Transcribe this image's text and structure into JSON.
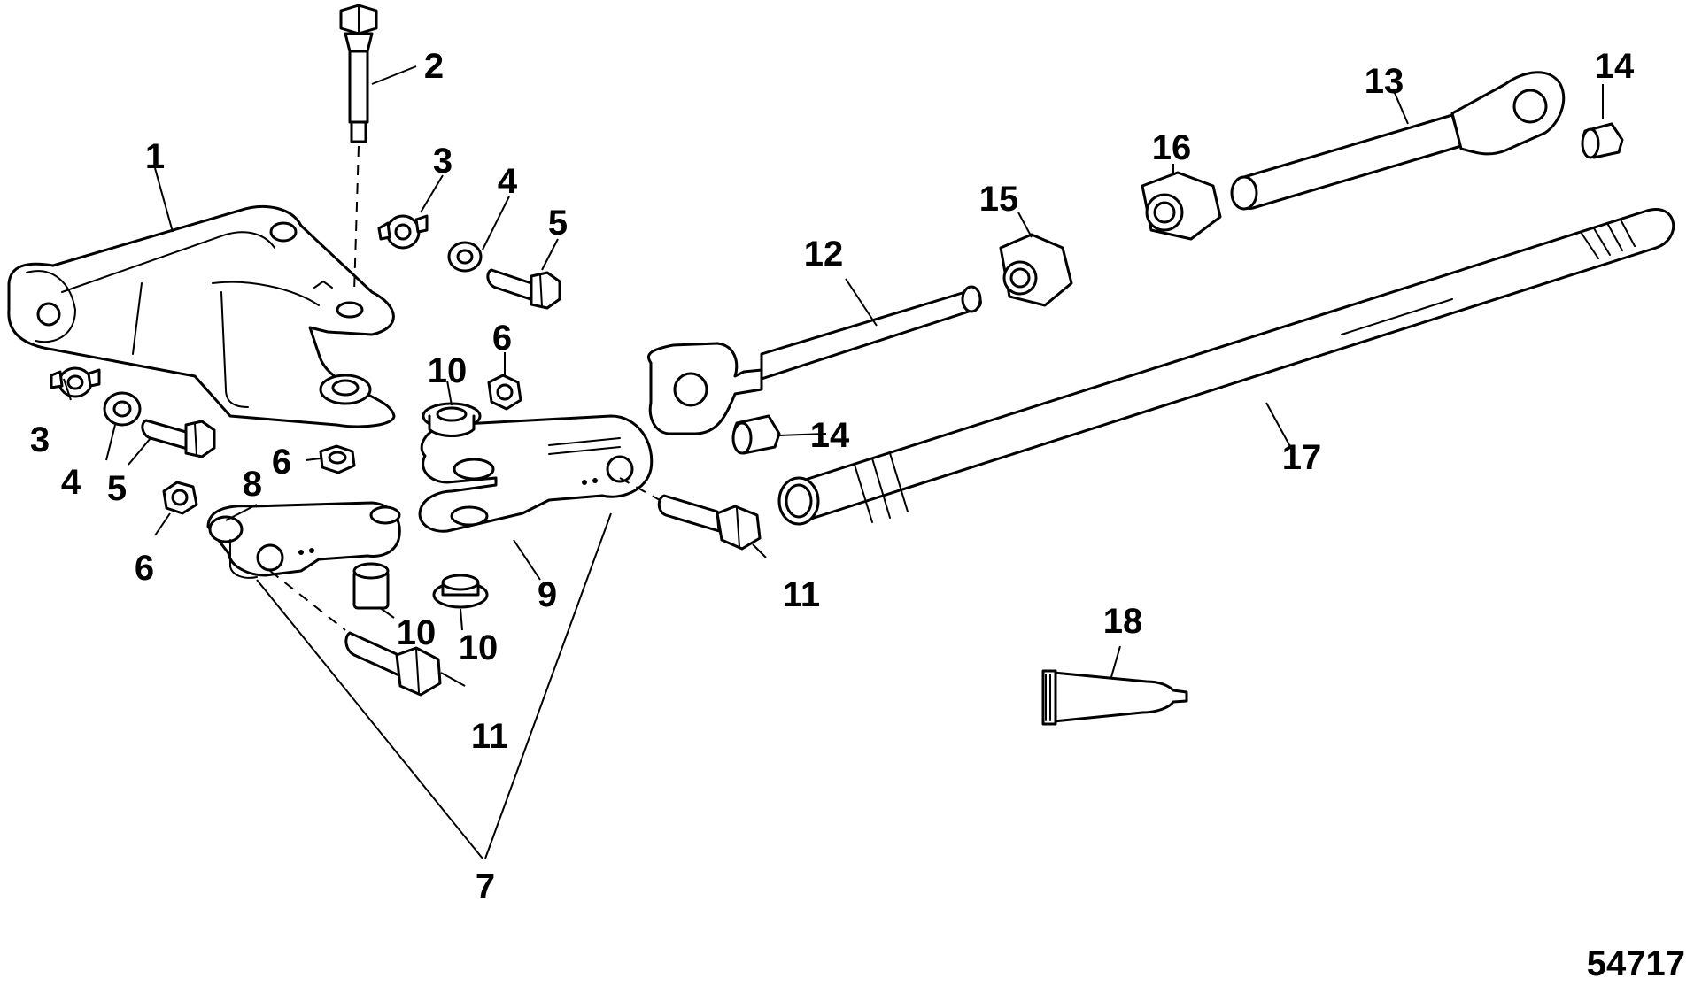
{
  "figure_number": "54717",
  "callouts": [
    {
      "id": "c1",
      "label": "1"
    },
    {
      "id": "c2",
      "label": "2"
    },
    {
      "id": "c3a",
      "label": "3"
    },
    {
      "id": "c3b",
      "label": "3"
    },
    {
      "id": "c4a",
      "label": "4"
    },
    {
      "id": "c4b",
      "label": "4"
    },
    {
      "id": "c5a",
      "label": "5"
    },
    {
      "id": "c5b",
      "label": "5"
    },
    {
      "id": "c6a",
      "label": "6"
    },
    {
      "id": "c6b",
      "label": "6"
    },
    {
      "id": "c6c",
      "label": "6"
    },
    {
      "id": "c7",
      "label": "7"
    },
    {
      "id": "c8",
      "label": "8"
    },
    {
      "id": "c9",
      "label": "9"
    },
    {
      "id": "c10a",
      "label": "10"
    },
    {
      "id": "c10b",
      "label": "10"
    },
    {
      "id": "c10c",
      "label": "10"
    },
    {
      "id": "c11a",
      "label": "11"
    },
    {
      "id": "c11b",
      "label": "11"
    },
    {
      "id": "c12",
      "label": "12"
    },
    {
      "id": "c13",
      "label": "13"
    },
    {
      "id": "c14a",
      "label": "14"
    },
    {
      "id": "c14b",
      "label": "14"
    },
    {
      "id": "c15",
      "label": "15"
    },
    {
      "id": "c16",
      "label": "16"
    },
    {
      "id": "c17",
      "label": "17"
    },
    {
      "id": "c18",
      "label": "18"
    }
  ]
}
